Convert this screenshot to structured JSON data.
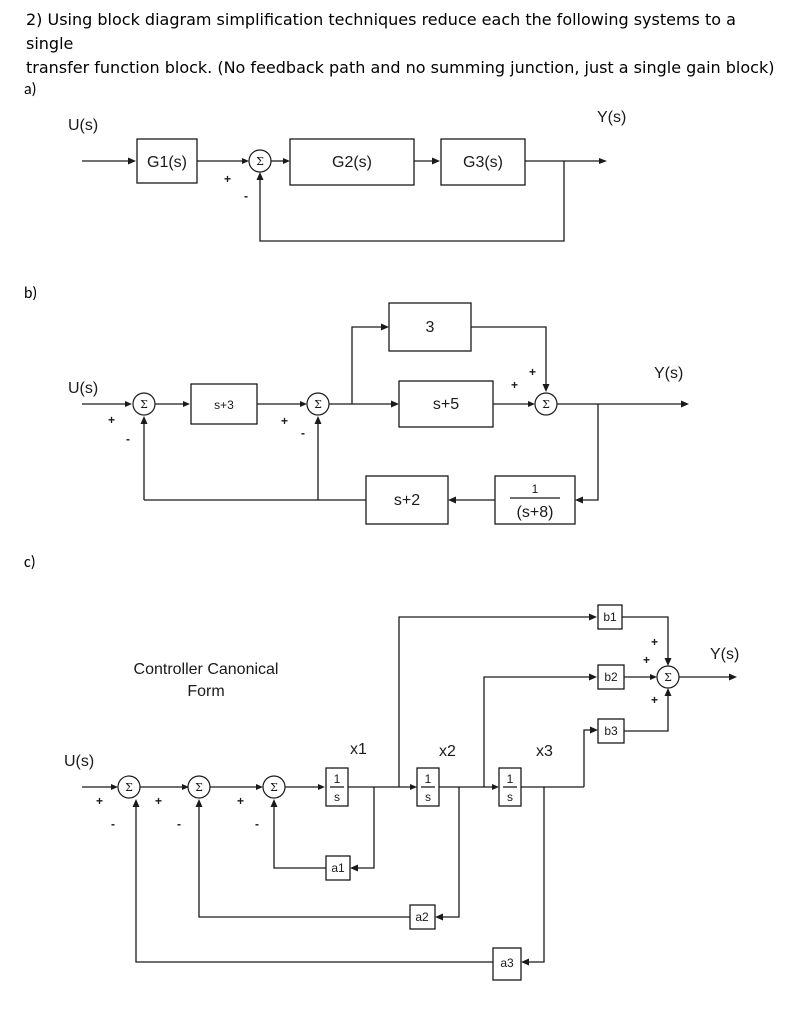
{
  "prompt": {
    "line1": "2) Using block diagram simplification techniques reduce each the following systems to a single",
    "line2": "transfer function block. (No feedback path and no summing junction, just a single gain block)"
  },
  "sum_symbol": "Σ",
  "part_a": {
    "label": "a)",
    "input": "U(s)",
    "output": "Y(s)",
    "blocks": {
      "g1": "G1(s)",
      "g2": "G2(s)",
      "g3": "G3(s)"
    },
    "sum_signs": {
      "plus": "+",
      "minus": "-"
    }
  },
  "part_b": {
    "label": "b)",
    "input": "U(s)",
    "output": "Y(s)",
    "blocks": {
      "top": "3",
      "first": "s+3",
      "middle": "s+5",
      "feedback_left": "s+2",
      "feedback_right_num": "1",
      "feedback_right_den": "(s+8)"
    },
    "signs": {
      "plus": "+",
      "minus": "-"
    }
  },
  "part_c": {
    "label": "c)",
    "title_line1": "Controller Canonical",
    "title_line2": "Form",
    "input": "U(s)",
    "output": "Y(s)",
    "states": {
      "x1": "x1",
      "x2": "x2",
      "x3": "x3"
    },
    "integrator": {
      "num": "1",
      "den": "s"
    },
    "gains": {
      "a1": "a1",
      "a2": "a2",
      "a3": "a3",
      "b1": "b1",
      "b2": "b2",
      "b3": "b3"
    },
    "signs": {
      "plus": "+",
      "minus": "-"
    }
  }
}
